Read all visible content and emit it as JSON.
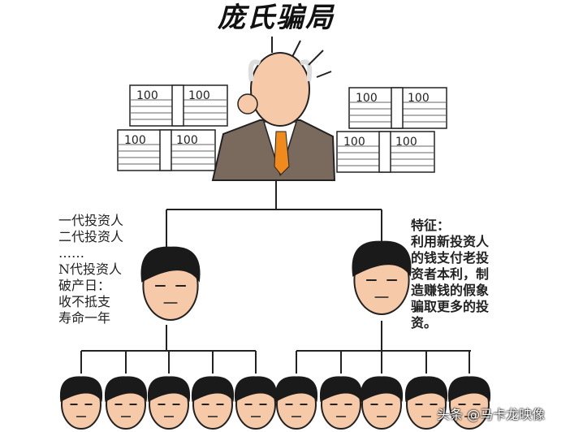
{
  "title": "庞氏骗局",
  "left_text": [
    "一代投资人",
    "二代投资人",
    "……",
    "N代投资人",
    "破产日：",
    "收不抵支",
    "寿命一年"
  ],
  "right_text": [
    "特征：",
    "利用新投资人",
    "的钱支付老投",
    "资者本利，制",
    "造赚钱的假象",
    "骗取更多的投",
    "资。"
  ],
  "banknote_label": "100",
  "watermark": "头条 @马卡龙映像",
  "colors": {
    "skin": "#f6c9a8",
    "suit": "#7a6a5e",
    "tie": "#f08a1c",
    "hair": "#1a1a1a",
    "line": "#222222"
  }
}
